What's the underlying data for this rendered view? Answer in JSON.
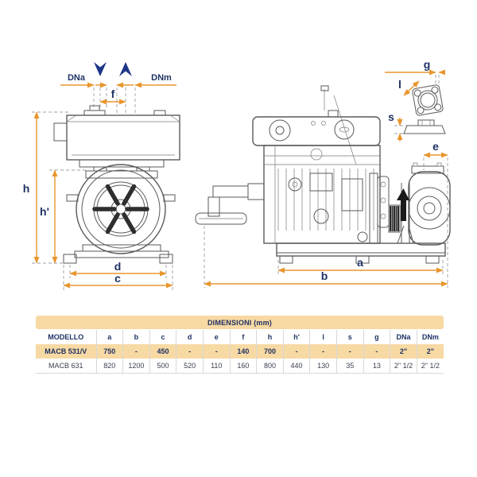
{
  "colors": {
    "dimension_orange": "#E8952E",
    "label_navy": "#1F3264",
    "chevron_blue": "#1F3589",
    "table_tan": "#F7D9A3",
    "flow_arrow_black": "#1a1a1a"
  },
  "drawing": {
    "labels": {
      "dna": "DNa",
      "dnm": "DNm",
      "f": "f",
      "h": "h",
      "h_prime": "h'",
      "d": "d",
      "c": "c",
      "a": "a",
      "b": "b",
      "e": "e",
      "g": "g",
      "l": "l",
      "s": "s"
    }
  },
  "table": {
    "title": "DIMENSIONI (mm)",
    "columns": [
      "MODELLO",
      "a",
      "b",
      "c",
      "d",
      "e",
      "f",
      "h",
      "h'",
      "l",
      "s",
      "g",
      "DNa",
      "DNm"
    ],
    "rows": [
      [
        "MACB 531/V",
        "750",
        "-",
        "450",
        "-",
        "-",
        "140",
        "700",
        "-",
        "-",
        "-",
        "-",
        "2\"",
        "2\""
      ],
      [
        "MACB 631",
        "820",
        "1200",
        "500",
        "520",
        "110",
        "160",
        "800",
        "440",
        "130",
        "35",
        "13",
        "2\" 1/2",
        "2\" 1/2"
      ]
    ]
  }
}
